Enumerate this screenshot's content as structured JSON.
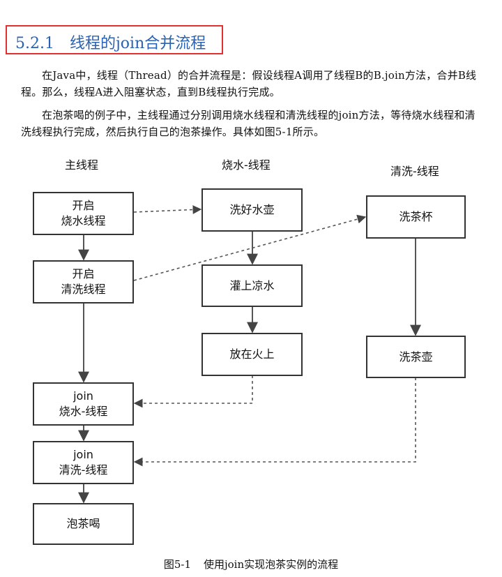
{
  "heading": {
    "number": "5.2.1",
    "title": "线程的join合并流程"
  },
  "paragraphs": [
    "在Java中，线程（Thread）的合并流程是：假设线程A调用了线程B的B.join方法，合并B线程。那么，线程A进入阻塞状态，直到B线程执行完成。",
    "在泡茶喝的例子中，主线程通过分别调用烧水线程和清洗线程的join方法，等待烧水线程和清洗线程执行完成，然后执行自己的泡茶操作。具体如图5-1所示。"
  ],
  "diagram": {
    "columns": {
      "main": "主线程",
      "boil": "烧水-线程",
      "wash": "清洗-线程"
    },
    "main_nodes": [
      {
        "line1": "开启",
        "line2": "烧水线程"
      },
      {
        "line1": "开启",
        "line2": "清洗线程"
      },
      {
        "line1": "join",
        "line2": "烧水-线程"
      },
      {
        "line1": "join",
        "line2": "清洗-线程"
      },
      {
        "line1": "泡茶喝",
        "line2": ""
      }
    ],
    "boil_nodes": [
      "洗好水壶",
      "灌上凉水",
      "放在火上"
    ],
    "wash_nodes": [
      "洗茶杯",
      "洗茶壶"
    ]
  },
  "caption": {
    "number": "图5-1",
    "text": "使用join实现泡茶实例的流程"
  }
}
